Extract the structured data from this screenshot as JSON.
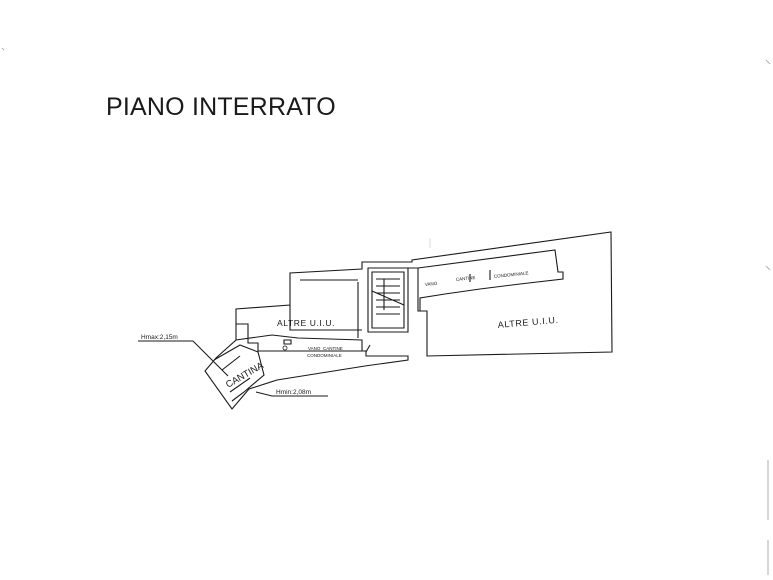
{
  "title": "PIANO INTERRATO",
  "labels": {
    "altre_uiu_left": "ALTRE U.I.U.",
    "altre_uiu_right": "ALTRE U.I.U.",
    "cantina": "CANTINA",
    "vano_bottom": "VANO",
    "cantine_bottom": "CANTINE",
    "condominiale_bottom": "CONDOMINIALE",
    "vano_top": "VANO",
    "cantine_top": "CANTINE",
    "condominiale_top": "CONDOMINIALE",
    "hmax": "Hmax:2,15m",
    "hmin": "Hmin:2,08m"
  },
  "colors": {
    "ink": "#1a1a1a",
    "paper": "#ffffff"
  }
}
